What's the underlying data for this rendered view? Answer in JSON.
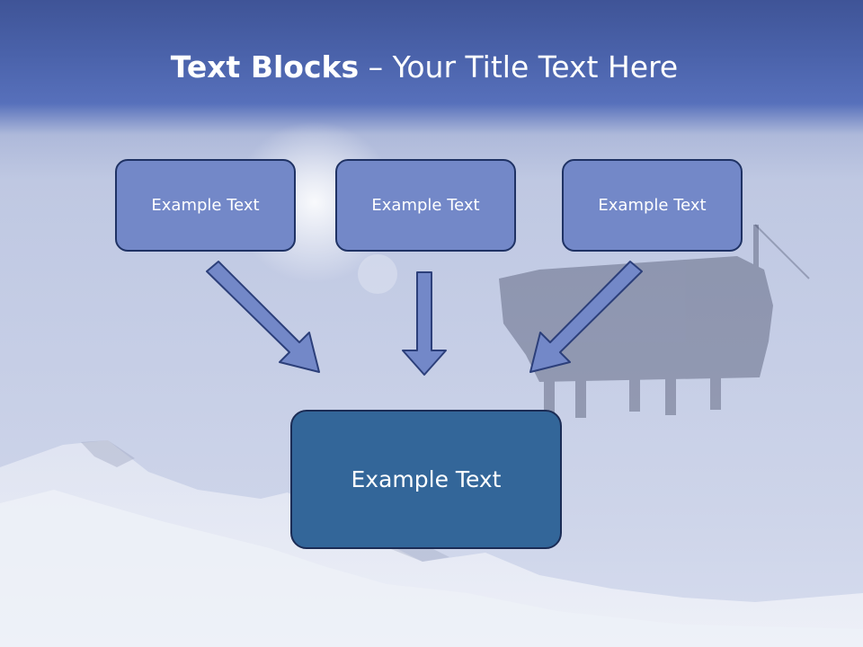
{
  "title": {
    "bold": "Text Blocks",
    "rest": " – Your Title Text Here"
  },
  "blocks": [
    {
      "label": "Example Text"
    },
    {
      "label": "Example Text"
    },
    {
      "label": "Example Text"
    }
  ],
  "target_block": {
    "label": "Example Text"
  },
  "colors": {
    "header_band": "#4a62aa",
    "block_fill": "#7388c8",
    "target_fill": "#336699",
    "arrow_fill": "#7388c8",
    "outline": "#1f3264"
  }
}
